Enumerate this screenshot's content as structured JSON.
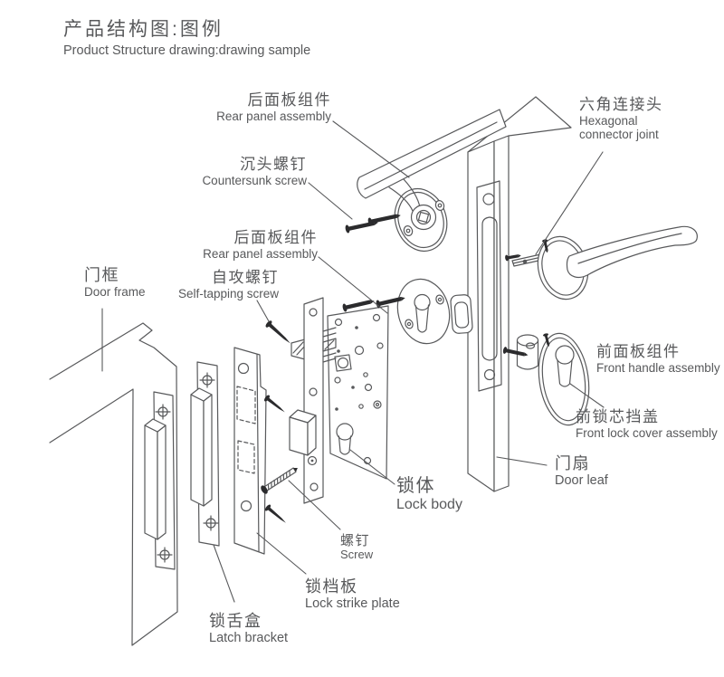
{
  "title": {
    "zh": "产品结构图:图例",
    "en": "Product Structure drawing:drawing sample"
  },
  "colors": {
    "line": "#58595b",
    "text": "#58595b",
    "screw": "#2b2b2d",
    "background": "#ffffff"
  },
  "labels": [
    {
      "id": "rear-panel-assembly-1",
      "zh": "后面板组件",
      "en": "Rear panel assembly"
    },
    {
      "id": "countersunk-screw",
      "zh": "沉头螺钉",
      "en": "Countersunk screw"
    },
    {
      "id": "hexagonal-connector-joint",
      "zh": "六角连接头",
      "en": "Hexagonal connector joint"
    },
    {
      "id": "rear-panel-assembly-2",
      "zh": "后面板组件",
      "en": "Rear panel assembly"
    },
    {
      "id": "self-tapping-screw",
      "zh": "自攻螺钉",
      "en": "Self-tapping screw"
    },
    {
      "id": "door-frame",
      "zh": "门框",
      "en": "Door frame"
    },
    {
      "id": "front-handle-assembly",
      "zh": "前面板组件",
      "en": "Front handle assembly"
    },
    {
      "id": "front-lock-cover-assembly",
      "zh": "前锁芯挡盖",
      "en": "Front lock cover assembly"
    },
    {
      "id": "lock-body",
      "zh": "锁体",
      "en": "Lock body"
    },
    {
      "id": "door-leaf",
      "zh": "门扇",
      "en": "Door leaf"
    },
    {
      "id": "screw",
      "zh": "螺钉",
      "en": "Screw"
    },
    {
      "id": "lock-strike-plate",
      "zh": "锁档板",
      "en": "Lock strike plate"
    },
    {
      "id": "latch-bracket",
      "zh": "锁舌盒",
      "en": "Latch bracket"
    }
  ]
}
